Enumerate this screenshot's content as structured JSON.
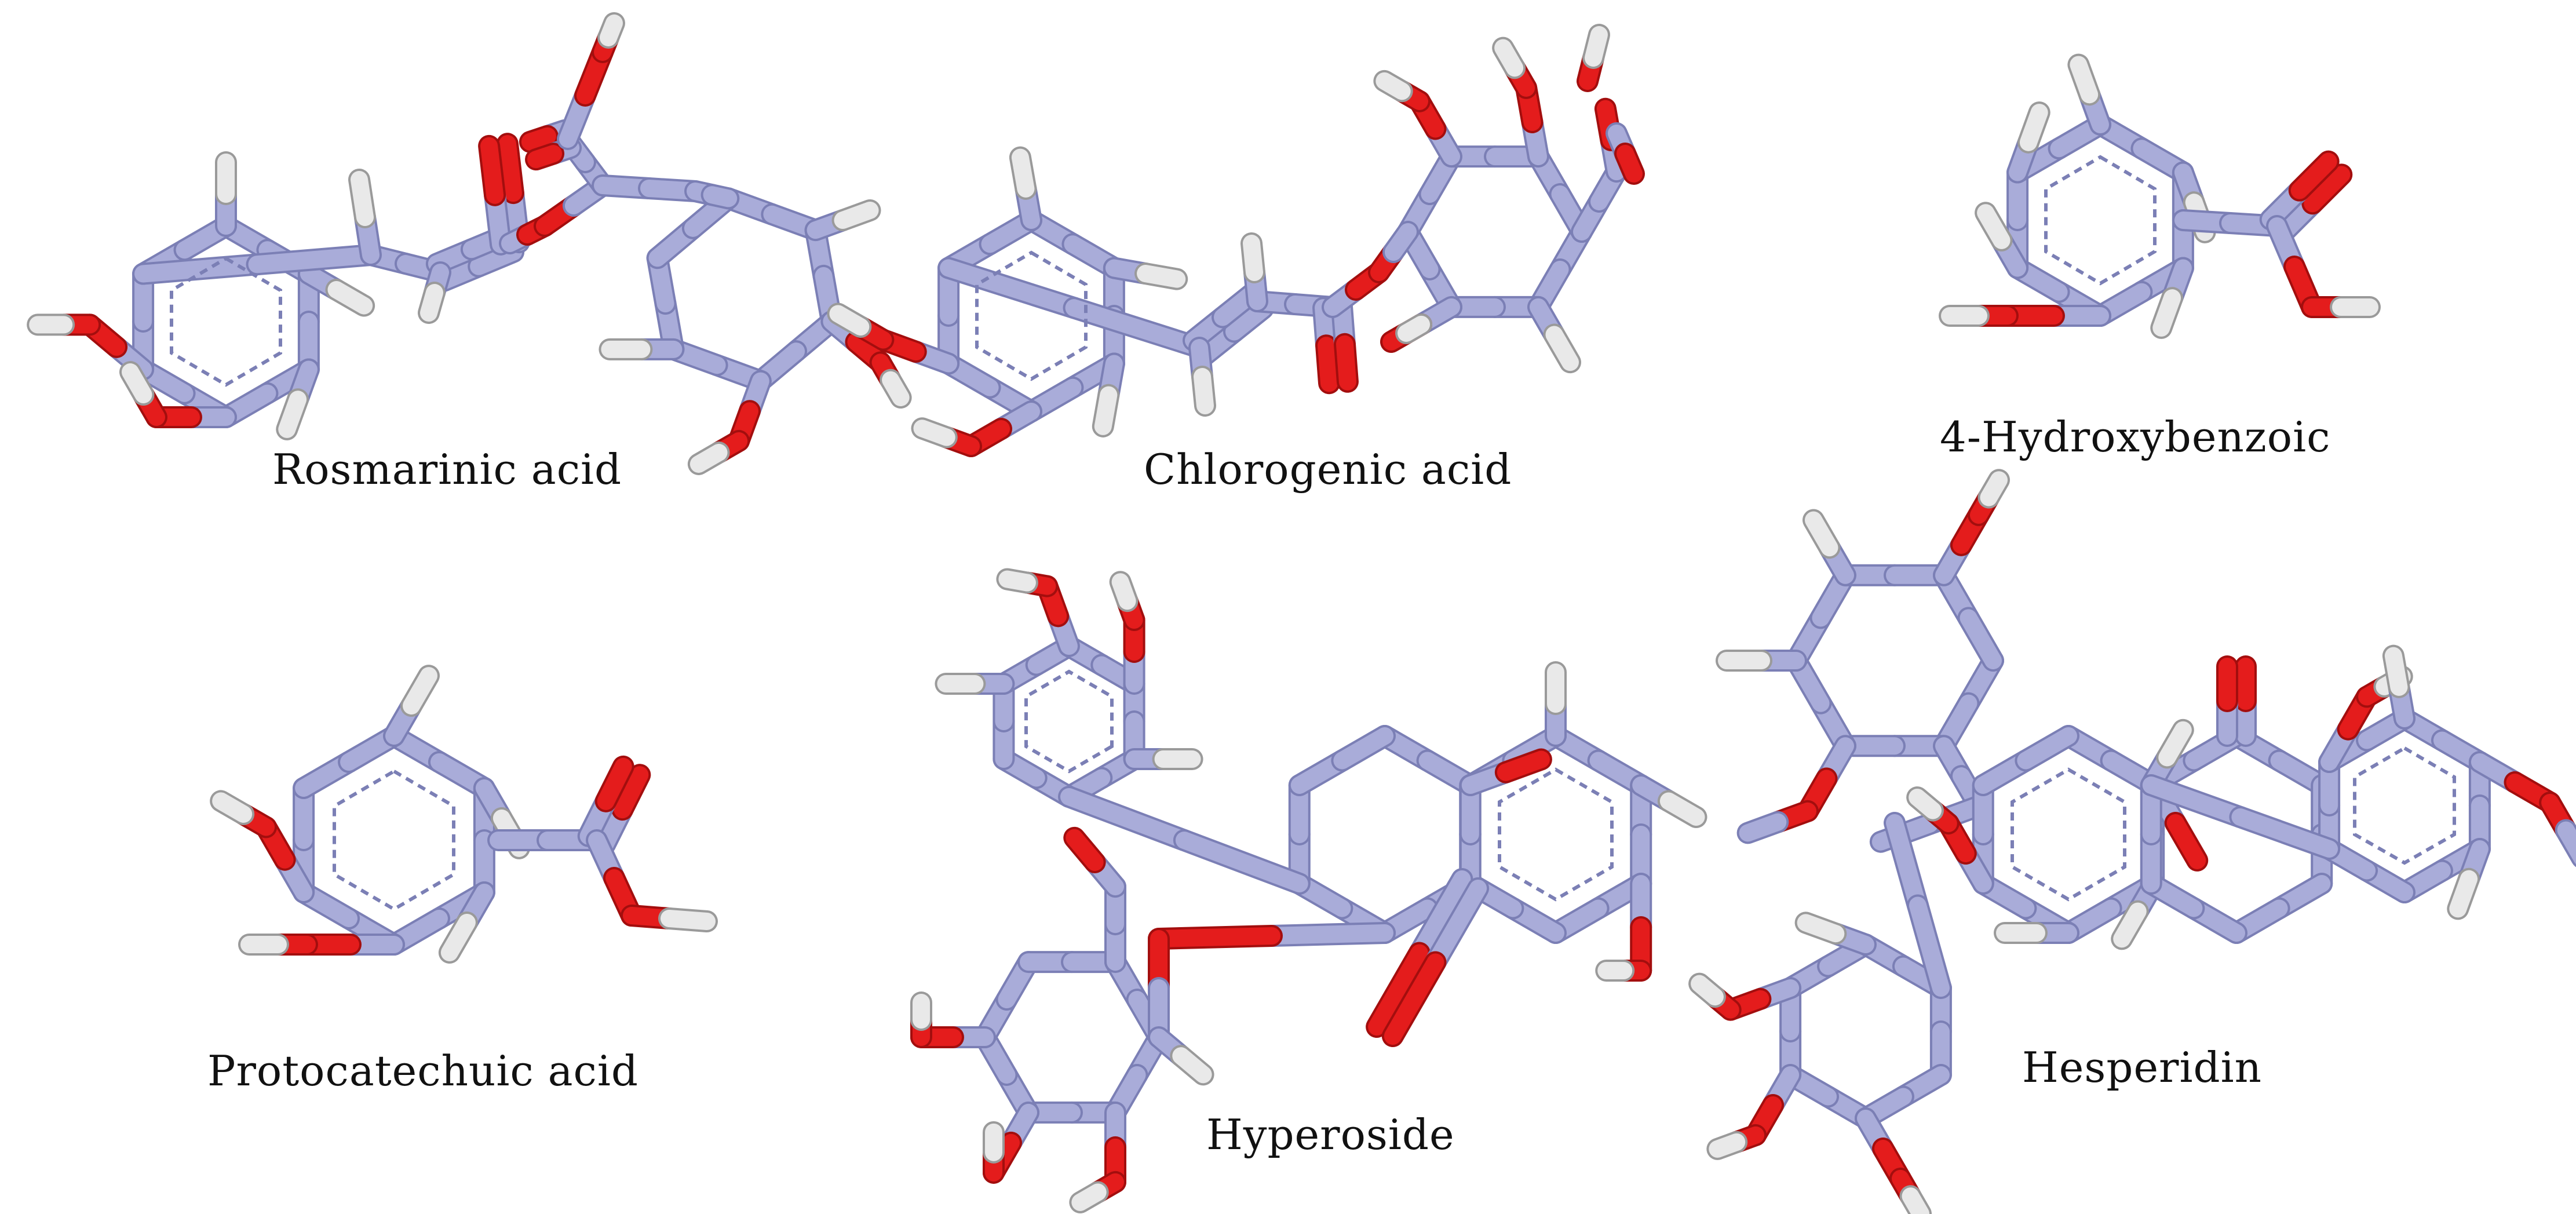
{
  "palette": {
    "carbon": "#a9acd9",
    "carbon_dark": "#7b7fb5",
    "oxygen": "#e41c1c",
    "oxygen_dark": "#a30e0e",
    "hydrogen": "#e9e9e9",
    "hydrogen_dark": "#9a9a9a"
  },
  "molecules": [
    {
      "id": "rosmarinic",
      "label": "Rosmarinic acid"
    },
    {
      "id": "chlorogenic",
      "label": "Chlorogenic acid"
    },
    {
      "id": "hydroxybenzoic",
      "label": "4-Hydroxybenzoic"
    },
    {
      "id": "protocatechuic",
      "label": "Protocatechuic acid"
    },
    {
      "id": "hyperoside",
      "label": "Hyperoside"
    },
    {
      "id": "hesperidin",
      "label": "Hesperidin"
    }
  ]
}
